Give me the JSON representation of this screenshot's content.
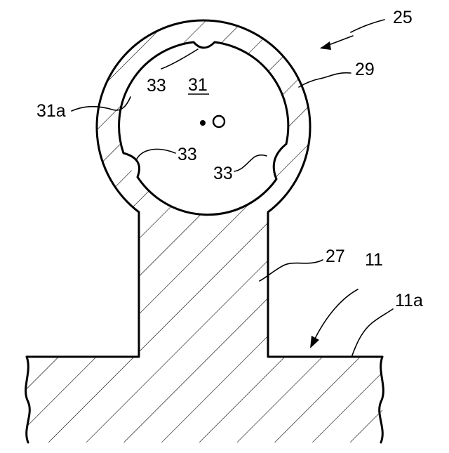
{
  "figure": {
    "labels": {
      "assembly": "25",
      "ring_wall": "29",
      "neck": "27",
      "base_plate": "11",
      "base_surface": "11a",
      "bore": "31",
      "bore_inner_surface": "31a",
      "groove_top": "33",
      "groove_left": "33",
      "groove_right": "33",
      "center_axis": "O"
    },
    "colors": {
      "line": "#000000",
      "background": "#ffffff"
    }
  }
}
